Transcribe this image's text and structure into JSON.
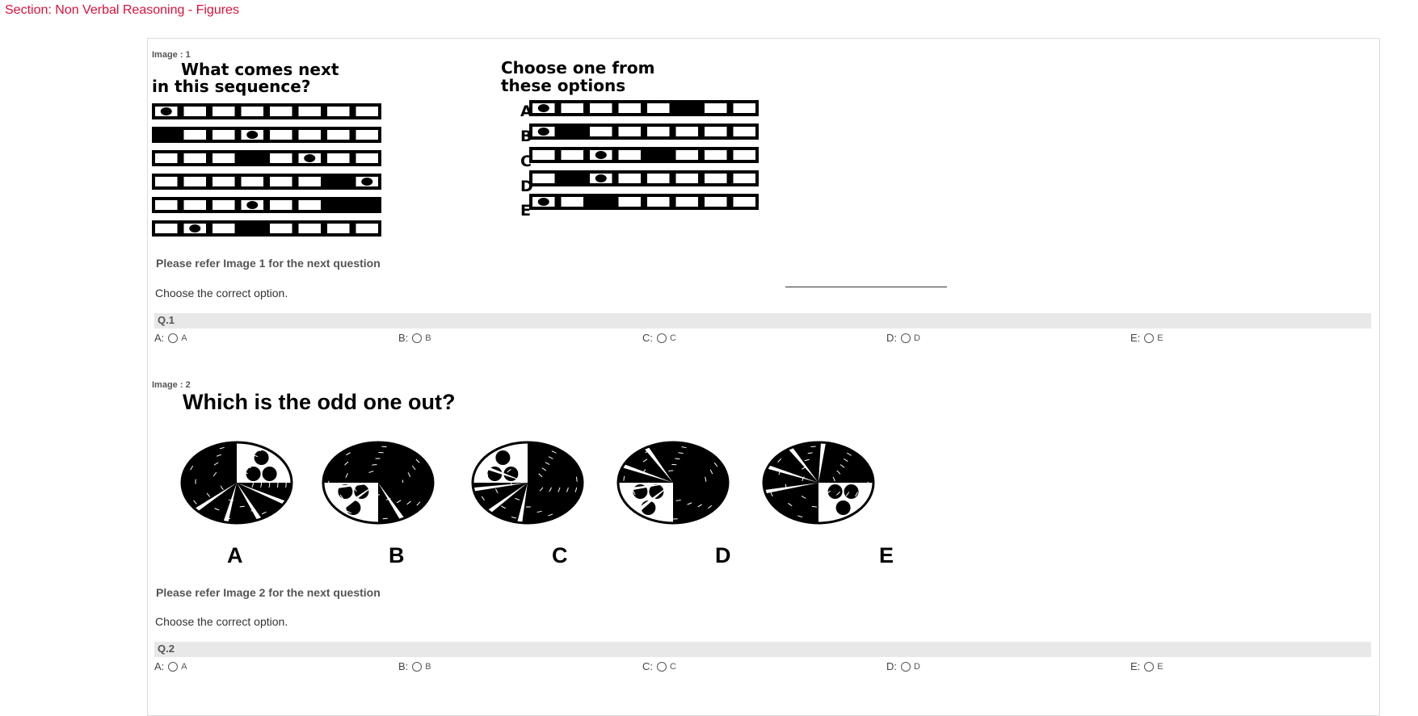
{
  "section": {
    "title": "Section: Non Verbal Reasoning - Figures"
  },
  "questions": [
    {
      "image_label": "Image : 1",
      "image": {
        "prompt_left_line1": "What comes next",
        "prompt_left_line2": "in this sequence?",
        "prompt_right_line1": "Choose one from",
        "prompt_right_line2": "these options",
        "option_letters": [
          "A",
          "B",
          "C",
          "D",
          "E"
        ]
      },
      "refer_text": "Please refer Image 1 for the next question",
      "instruction": "Choose the correct option.",
      "number": "Q.1",
      "options": [
        {
          "key": "A:",
          "text": "A"
        },
        {
          "key": "B:",
          "text": "B"
        },
        {
          "key": "C:",
          "text": "C"
        },
        {
          "key": "D:",
          "text": "D"
        },
        {
          "key": "E:",
          "text": "E"
        }
      ]
    },
    {
      "image_label": "Image : 2",
      "image": {
        "prompt": "Which is the odd one out?",
        "option_letters": [
          "A",
          "B",
          "C",
          "D",
          "E"
        ]
      },
      "refer_text": "Please refer Image 2 for the next question",
      "instruction": "Choose the correct option.",
      "number": "Q.2",
      "options": [
        {
          "key": "A:",
          "text": "A"
        },
        {
          "key": "B:",
          "text": "B"
        },
        {
          "key": "C:",
          "text": "C"
        },
        {
          "key": "D:",
          "text": "D"
        },
        {
          "key": "E:",
          "text": "E"
        }
      ]
    }
  ]
}
